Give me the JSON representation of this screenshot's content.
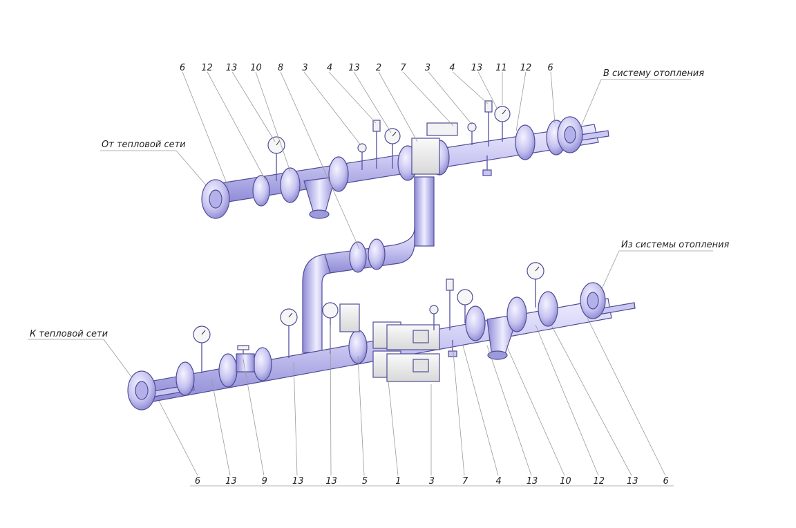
{
  "captions": {
    "from_network": "От тепловой сети",
    "to_heating": "В систему отопления",
    "from_heating": "Из системы отопления",
    "to_network": "К тепловой сети"
  },
  "top_labels": [
    "6",
    "12",
    "13",
    "10",
    "8",
    "3",
    "4",
    "13",
    "2",
    "7",
    "3",
    "4",
    "13",
    "11",
    "12",
    "6"
  ],
  "bottom_labels": [
    "6",
    "13",
    "9",
    "13",
    "13",
    "5",
    "1",
    "3",
    "7",
    "4",
    "13",
    "10",
    "12",
    "13",
    "6"
  ],
  "colors": {
    "pipe_fill": "#c9c6f1",
    "pipe_shadow": "#8f8bd8",
    "pipe_light": "#ecebff",
    "device_fill": "#f2f2f2",
    "leader": "#9a9a9a",
    "text": "#222222"
  }
}
